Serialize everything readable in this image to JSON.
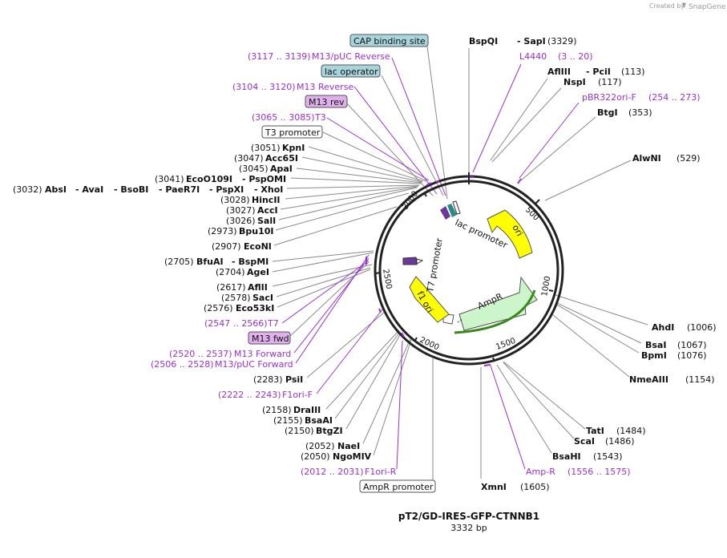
{
  "credit": "Created by",
  "brand": "SnapGene",
  "plasmid": {
    "name": "pT2/GD-IRES-GFP-CTNNB1",
    "length": "3332 bp"
  },
  "ticks": [
    "500",
    "1000",
    "1500",
    "2000",
    "2500",
    "3000"
  ],
  "features": {
    "lac_promoter": "lac promoter",
    "ori": "ori",
    "ampr": "AmpR",
    "t7_promoter": "T7 promoter",
    "f1_ori": "f1 ori"
  },
  "right_labels": {
    "bspqi": "BspQI",
    "sapi": "- SapI",
    "bspqi_pos": "(3329)",
    "l4440": "L4440",
    "l4440_pos": "(3 .. 20)",
    "afliii": "AflIII",
    "pcii": "- PciI",
    "afliii_pos": "(113)",
    "nspi": "NspI",
    "nspi_pos": "(117)",
    "pbr322": "pBR322ori-F",
    "pbr322_pos": "(254 .. 273)",
    "btgi": "BtgI",
    "btgi_pos": "(353)",
    "alwni": "AlwNI",
    "alwni_pos": "(529)",
    "ahdi": "AhdI",
    "ahdi_pos": "(1006)",
    "bsai": "BsaI",
    "bsai_pos": "(1067)",
    "bpmi": "BpmI",
    "bpmi_pos": "(1076)",
    "nmeaiii": "NmeAIII",
    "nmeaiii_pos": "(1154)",
    "tati": "TatI",
    "tati_pos": "(1484)",
    "scai": "ScaI",
    "scai_pos": "(1486)",
    "bsahi": "BsaHI",
    "bsahi_pos": "(1543)",
    "ampr_primer": "Amp-R",
    "ampr_primer_pos": "(1556 .. 1575)",
    "xmni": "XmnI",
    "xmni_pos": "(1605)"
  },
  "left_labels": {
    "cap": "CAP binding site",
    "m13puc_rev_pos": "(3117 .. 3139)",
    "m13puc_rev": "M13/pUC Reverse",
    "lac_operator": "lac operator",
    "m13_reverse_pos": "(3104 .. 3120)",
    "m13_reverse": "M13 Reverse",
    "m13_rev": "M13 rev",
    "t3_pos": "(3065 .. 3085)",
    "t3": "T3",
    "t3_promoter": "T3 promoter",
    "kpni_pos": "(3051)",
    "kpni": "KpnI",
    "acc65i_pos": "(3047)",
    "acc65i": "Acc65I",
    "apai_pos": "(3045)",
    "apai": "ApaI",
    "eco_pos": "(3041)",
    "eco": "EcoO109I",
    "pspomi": "- PspOMI",
    "absi_pos": "(3032)",
    "absi": "AbsI",
    "avai": "- AvaI",
    "bsobi": "- BsoBI",
    "paer7i": "- PaeR7I",
    "pspxi": "- PspXI",
    "xhoi": "- XhoI",
    "hincii_pos": "(3028)",
    "hincii": "HincII",
    "acci_pos": "(3027)",
    "acci": "AccI",
    "sali_pos": "(3026)",
    "sali": "SalI",
    "bpu10i_pos": "(2973)",
    "bpu10i": "Bpu10I",
    "econi_pos": "(2907)",
    "econi": "EcoNI",
    "bfuai_pos": "(2705)",
    "bfuai": "BfuAI",
    "bspmi": "- BspMI",
    "agei_pos": "(2704)",
    "agei": "AgeI",
    "aflii_pos": "(2617)",
    "aflii": "AflII",
    "saci_pos": "(2578)",
    "saci": "SacI",
    "eco53ki_pos": "(2576)",
    "eco53ki": "Eco53kI",
    "t7_pos": "(2547 .. 2566)",
    "t7": "T7",
    "m13_fwd": "M13 fwd",
    "m13_forward_pos": "(2520 .. 2537)",
    "m13_forward": "M13 Forward",
    "m13puc_fwd_pos": "(2506 .. 2528)",
    "m13puc_fwd": "M13/pUC Forward",
    "psii_pos": "(2283)",
    "psii": "PsiI",
    "f1ori_f_pos": "(2222 .. 2243)",
    "f1ori_f": "F1ori-F",
    "draiii_pos": "(2158)",
    "draiii": "DraIII",
    "bsaai_pos": "(2155)",
    "bsaai": "BsaAI",
    "btgzi_pos": "(2150)",
    "btgzi": "BtgZI",
    "naei_pos": "(2052)",
    "naei": "NaeI",
    "ngomiv_pos": "(2050)",
    "ngomiv": "NgoMIV",
    "f1ori_r_pos": "(2012 .. 2031)",
    "f1ori_r": "F1ori-R",
    "ampr_promoter": "AmpR promoter"
  }
}
